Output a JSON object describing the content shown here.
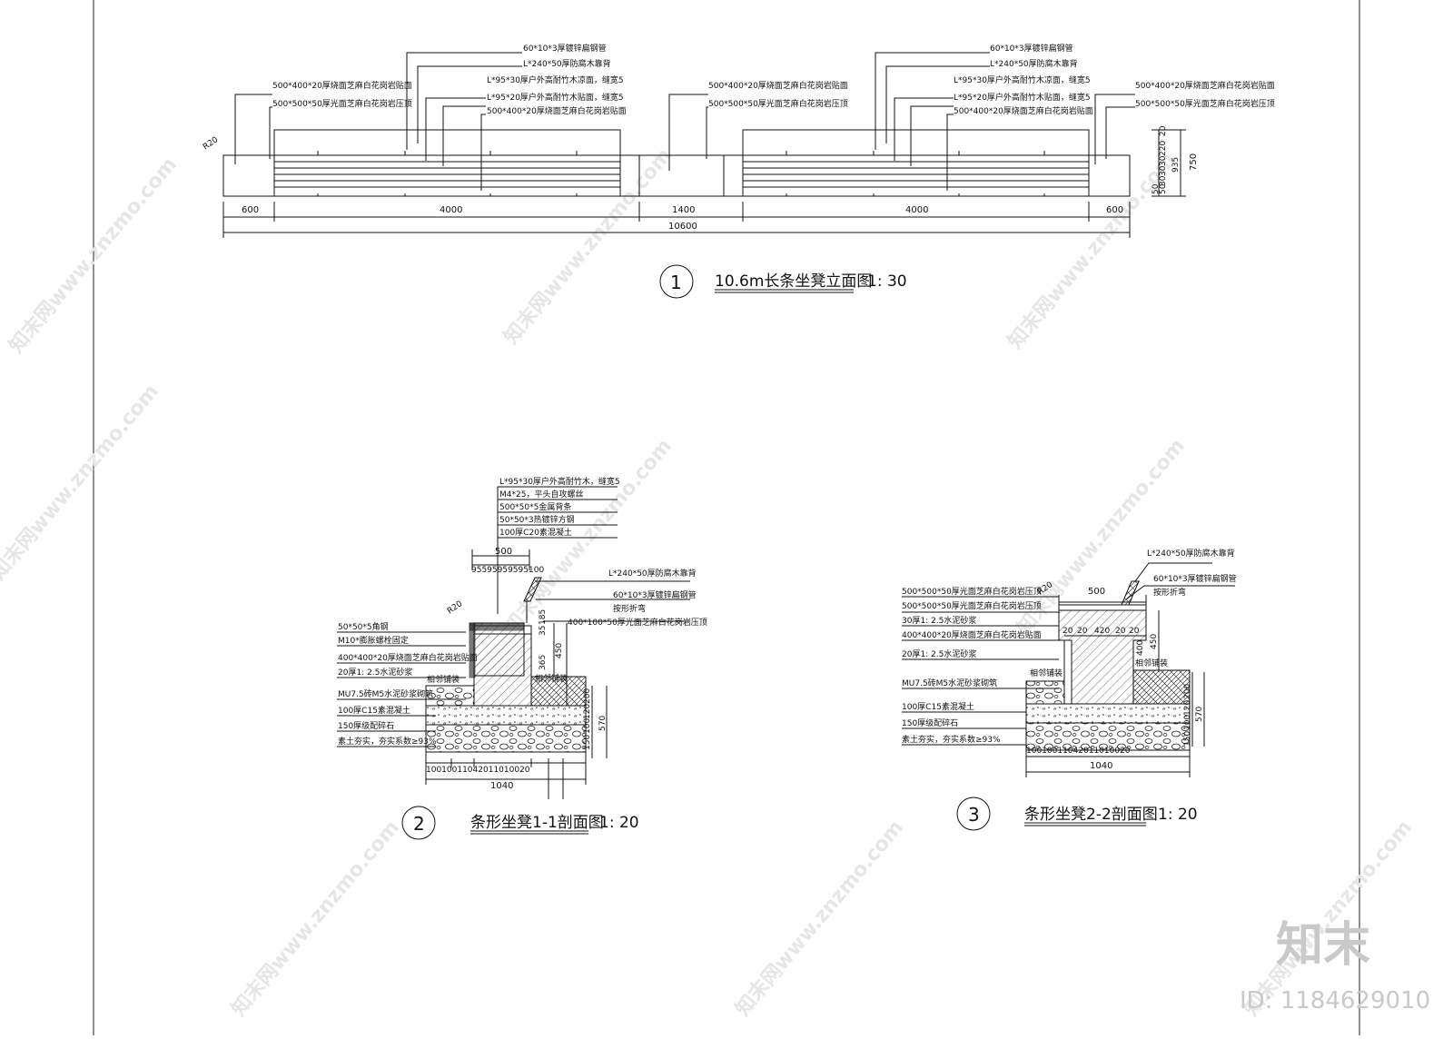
{
  "elevation": {
    "labels_left": [
      "500*400*20厚烧面芝麻白花岗岩贴面",
      "500*500*50厚光面芝麻白花岗岩压顶"
    ],
    "labels_top_1": [
      "60*10*3厚镀锌扁钢管",
      "L*240*50厚防腐木靠背",
      "L*95*30厚户外高耐竹木凉面，缝宽5",
      "L*95*20厚户外高耐竹木贴面，缝宽5",
      "500*400*20厚烧面芝麻白花岗岩贴面"
    ],
    "labels_mid": [
      "500*400*20厚烧面芝麻白花岗岩贴面",
      "500*500*50厚光面芝麻白花岗岩压顶"
    ],
    "labels_top_2": [
      "60*10*3厚镀锌扁钢管",
      "L*240*50厚防腐木靠背",
      "L*95*30厚户外高耐竹木凉面，缝宽5",
      "L*95*20厚户外高耐竹木贴面，缝宽5",
      "500*400*20厚烧面芝麻白花岗岩贴面"
    ],
    "labels_right": [
      "500*400*20厚烧面芝麻白花岗岩贴面",
      "500*500*50厚光面芝麻白花岗岩压顶"
    ],
    "radius": "R20",
    "dims": [
      "600",
      "4000",
      "1400",
      "4000",
      "600"
    ],
    "total": "10600",
    "height_dims": [
      "20",
      "220",
      "30",
      "30",
      "30",
      "50",
      "50",
      "935",
      "750"
    ],
    "number": "1",
    "title": "10.6m长条坐凳立面图",
    "scale": "1: 30"
  },
  "section1": {
    "top_labels": [
      "L*95*30厚户外高耐竹木，缝宽5",
      "M4*25，平头自攻螺丝",
      "500*50*5金属背条",
      "50*50*3热镀锌方钢",
      "100厚C20素混凝土"
    ],
    "top_dim": "500",
    "small_dims": "95595959595100",
    "right_labels": [
      "L*240*50厚防腐木靠背",
      "60*10*3厚镀锌扁钢管",
      "按形折弯",
      "400*100*50厚光面芝麻白花岗岩压顶"
    ],
    "left_labels": [
      "50*50*5角钢",
      "M10*膨胀螺栓固定",
      "400*400*20厚烧面芝麻白花岗岩贴面",
      "20厚1: 2.5水泥砂浆",
      "MU7.5砖M5水泥砂浆砌筑",
      "100厚C15素混凝土",
      "150厚级配碎石",
      "素土夯实，夯实系数≥93%"
    ],
    "radius": "R20",
    "ground_left": "相邻铺装",
    "ground_right": "相邻铺装",
    "vert_dims": [
      "365",
      "35",
      "185",
      "450"
    ],
    "right_dims": [
      "200",
      "120",
      "100",
      "150",
      "570"
    ],
    "bottom_dims": "10010011042011010020",
    "total": "1040",
    "number": "2",
    "title": "条形坐凳1-1剖面图",
    "scale": "1: 20"
  },
  "section2": {
    "right_labels": [
      "L*240*50厚防腐木靠背",
      "60*10*3厚镀锌扁钢管",
      "按形折弯"
    ],
    "top_dim": "500",
    "radius": "R20",
    "left_labels": [
      "500*500*50厚光面芝麻白花岗岩压顶",
      "500*500*50厚光面芝麻白花岗岩压顶",
      "30厚1: 2.5水泥砂浆",
      "400*400*20厚烧面芝麻白花岗岩贴面",
      "20厚1: 2.5水泥砂浆",
      "MU7.5砖M5水泥砂浆砌筑",
      "100厚C15素混凝土",
      "150厚级配碎石",
      "素土夯实，夯实系数≥93%"
    ],
    "ground_left": "相邻铺装",
    "ground_right": "相邻铺装",
    "mid_dims": [
      "20",
      "20",
      "420",
      "20",
      "20"
    ],
    "vert_dims": [
      "400",
      "450"
    ],
    "right_dims": [
      "200",
      "120",
      "100",
      "150",
      "570"
    ],
    "bottom_dims": "10010011042011010020",
    "total": "1040",
    "number": "3",
    "title": "条形坐凳2-2剖面图",
    "scale": "1: 20"
  },
  "watermark": {
    "text": "知末网www.znzmo.com",
    "brand": "知末",
    "id": "ID: 1184629010"
  }
}
